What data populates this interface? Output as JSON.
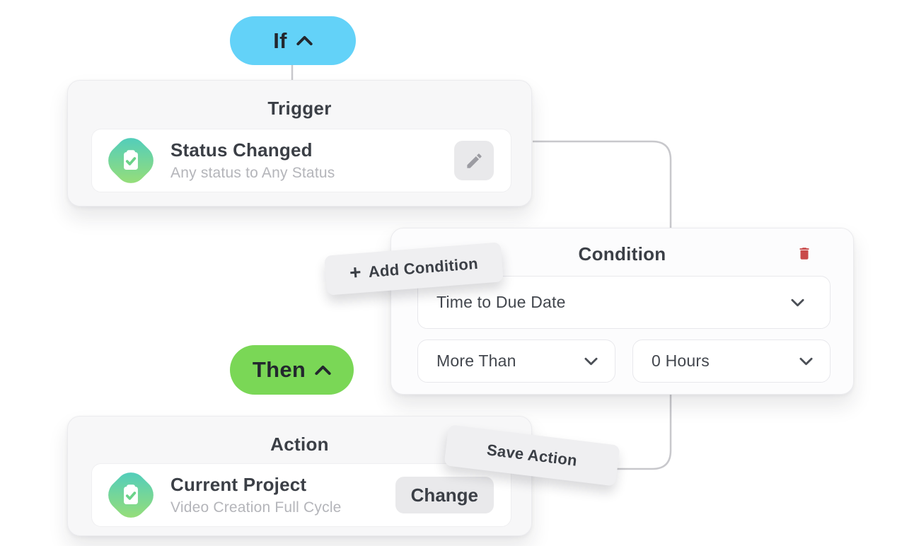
{
  "colors": {
    "canvas_bg": "#ffffff",
    "if_pill_bg": "#63d2f8",
    "then_pill_bg": "#7ad756",
    "pill_text": "#23272e",
    "card_bg": "#f7f7f8",
    "condition_card_bg": "#fcfcfd",
    "row_bg": "#ffffff",
    "card_border": "#ebebee",
    "title_text": "#3b3f46",
    "muted_text": "#b4b5ba",
    "dropdown_text": "#43474e",
    "dropdown_border": "#e8e8ec",
    "connector": "#c8c8cc",
    "danger": "#c94a4a",
    "gray_button_bg": "#e9e9eb",
    "tilted_button_bg": "#efeff1",
    "icon_gray": "#9c9ca2",
    "icon_grad_start": "#49cbc4",
    "icon_grad_end": "#9fe070",
    "check_green": "#6bd389"
  },
  "if_block": {
    "label": "If",
    "chevron": "chevron-up-icon"
  },
  "then_block": {
    "label": "Then",
    "chevron": "chevron-up-icon"
  },
  "trigger_card": {
    "title": "Trigger",
    "item": {
      "icon": "clipboard-check-icon",
      "title": "Status Changed",
      "subtitle": "Any status to Any Status"
    },
    "edit_button_icon": "pencil-icon"
  },
  "condition_card": {
    "title": "Condition",
    "delete_icon": "trash-icon",
    "field_dropdown": {
      "value": "Time to Due Date",
      "icon": "chevron-down-icon"
    },
    "operator_dropdown": {
      "value": "More Than",
      "icon": "chevron-down-icon"
    },
    "value_dropdown": {
      "value": "0 Hours",
      "icon": "chevron-down-icon"
    }
  },
  "add_condition_button": {
    "plus_glyph": "+",
    "label": "Add Condition"
  },
  "action_card": {
    "title": "Action",
    "item": {
      "icon": "clipboard-check-icon",
      "title": "Current Project",
      "subtitle": "Video Creation Full Cycle"
    },
    "change_button": {
      "label": "Change"
    }
  },
  "save_action_button": {
    "label": "Save Action"
  }
}
